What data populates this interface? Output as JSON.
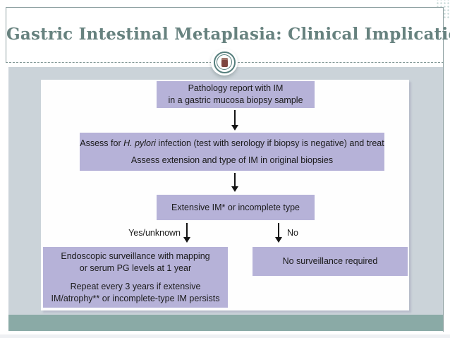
{
  "title": "Gastric Intestinal Metaplasia: Clinical Implications",
  "flowchart": {
    "pathology_box": {
      "line1": "Pathology report with IM",
      "line2": "in a gastric mucosa biopsy sample"
    },
    "assess_box": {
      "line1_pre": "Assess for ",
      "line1_italic": "H. pylori",
      "line1_post": " infection (test with serology if biopsy is negative) and treat",
      "line2": "Assess extension and type of IM in original biopsies"
    },
    "extensive_box": {
      "label": "Extensive IM* or incomplete type"
    },
    "yes_branch_label": "Yes/unknown",
    "no_branch_label": "No",
    "surveillance_box": {
      "line1": "Endoscopic surveillance with mapping",
      "line2": "or serum PG levels at 1 year",
      "line3": "Repeat every 3 years if extensive",
      "line4": "IM/atrophy** or incomplete-type IM persists"
    },
    "no_surveillance_box": {
      "label": "No surveillance required"
    }
  },
  "colors": {
    "title_text": "#67827f",
    "frame_border": "#8d9fa0",
    "content_band": "#cbd3d9",
    "bottom_accent_bar": "#8aaaa6",
    "node_fill": "#b6b2d8",
    "node_text": "#1b1b1b",
    "medallion_ring": "#567f7d"
  }
}
